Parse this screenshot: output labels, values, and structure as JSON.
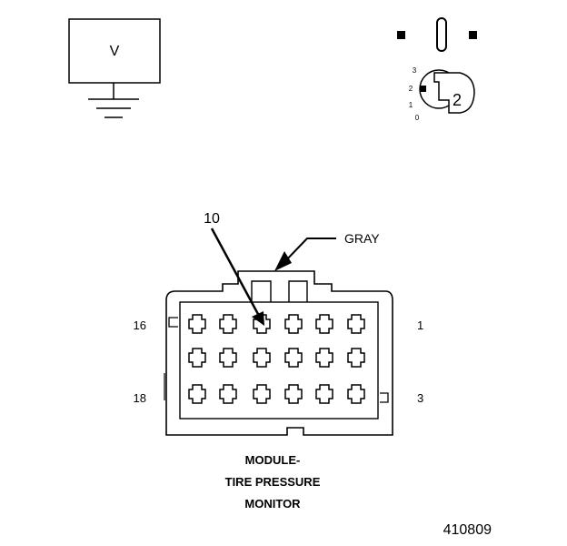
{
  "voltmeter": {
    "symbol": "V",
    "icon": "voltmeter-icon"
  },
  "ignition": {
    "icon": "ignition-switch-icon",
    "positions": [
      "3",
      "2",
      "1",
      "0"
    ],
    "selected": "2"
  },
  "connector": {
    "wire_color": "GRAY",
    "pin_callout": "10",
    "row_labels": {
      "top_left": "16",
      "top_right": "1",
      "bottom_left": "18",
      "bottom_right": "3"
    },
    "title_lines": [
      "MODULE-",
      "TIRE PRESSURE",
      "MONITOR"
    ]
  },
  "figure_number": "410809",
  "colors": {
    "line": "#000000",
    "background": "#ffffff"
  }
}
